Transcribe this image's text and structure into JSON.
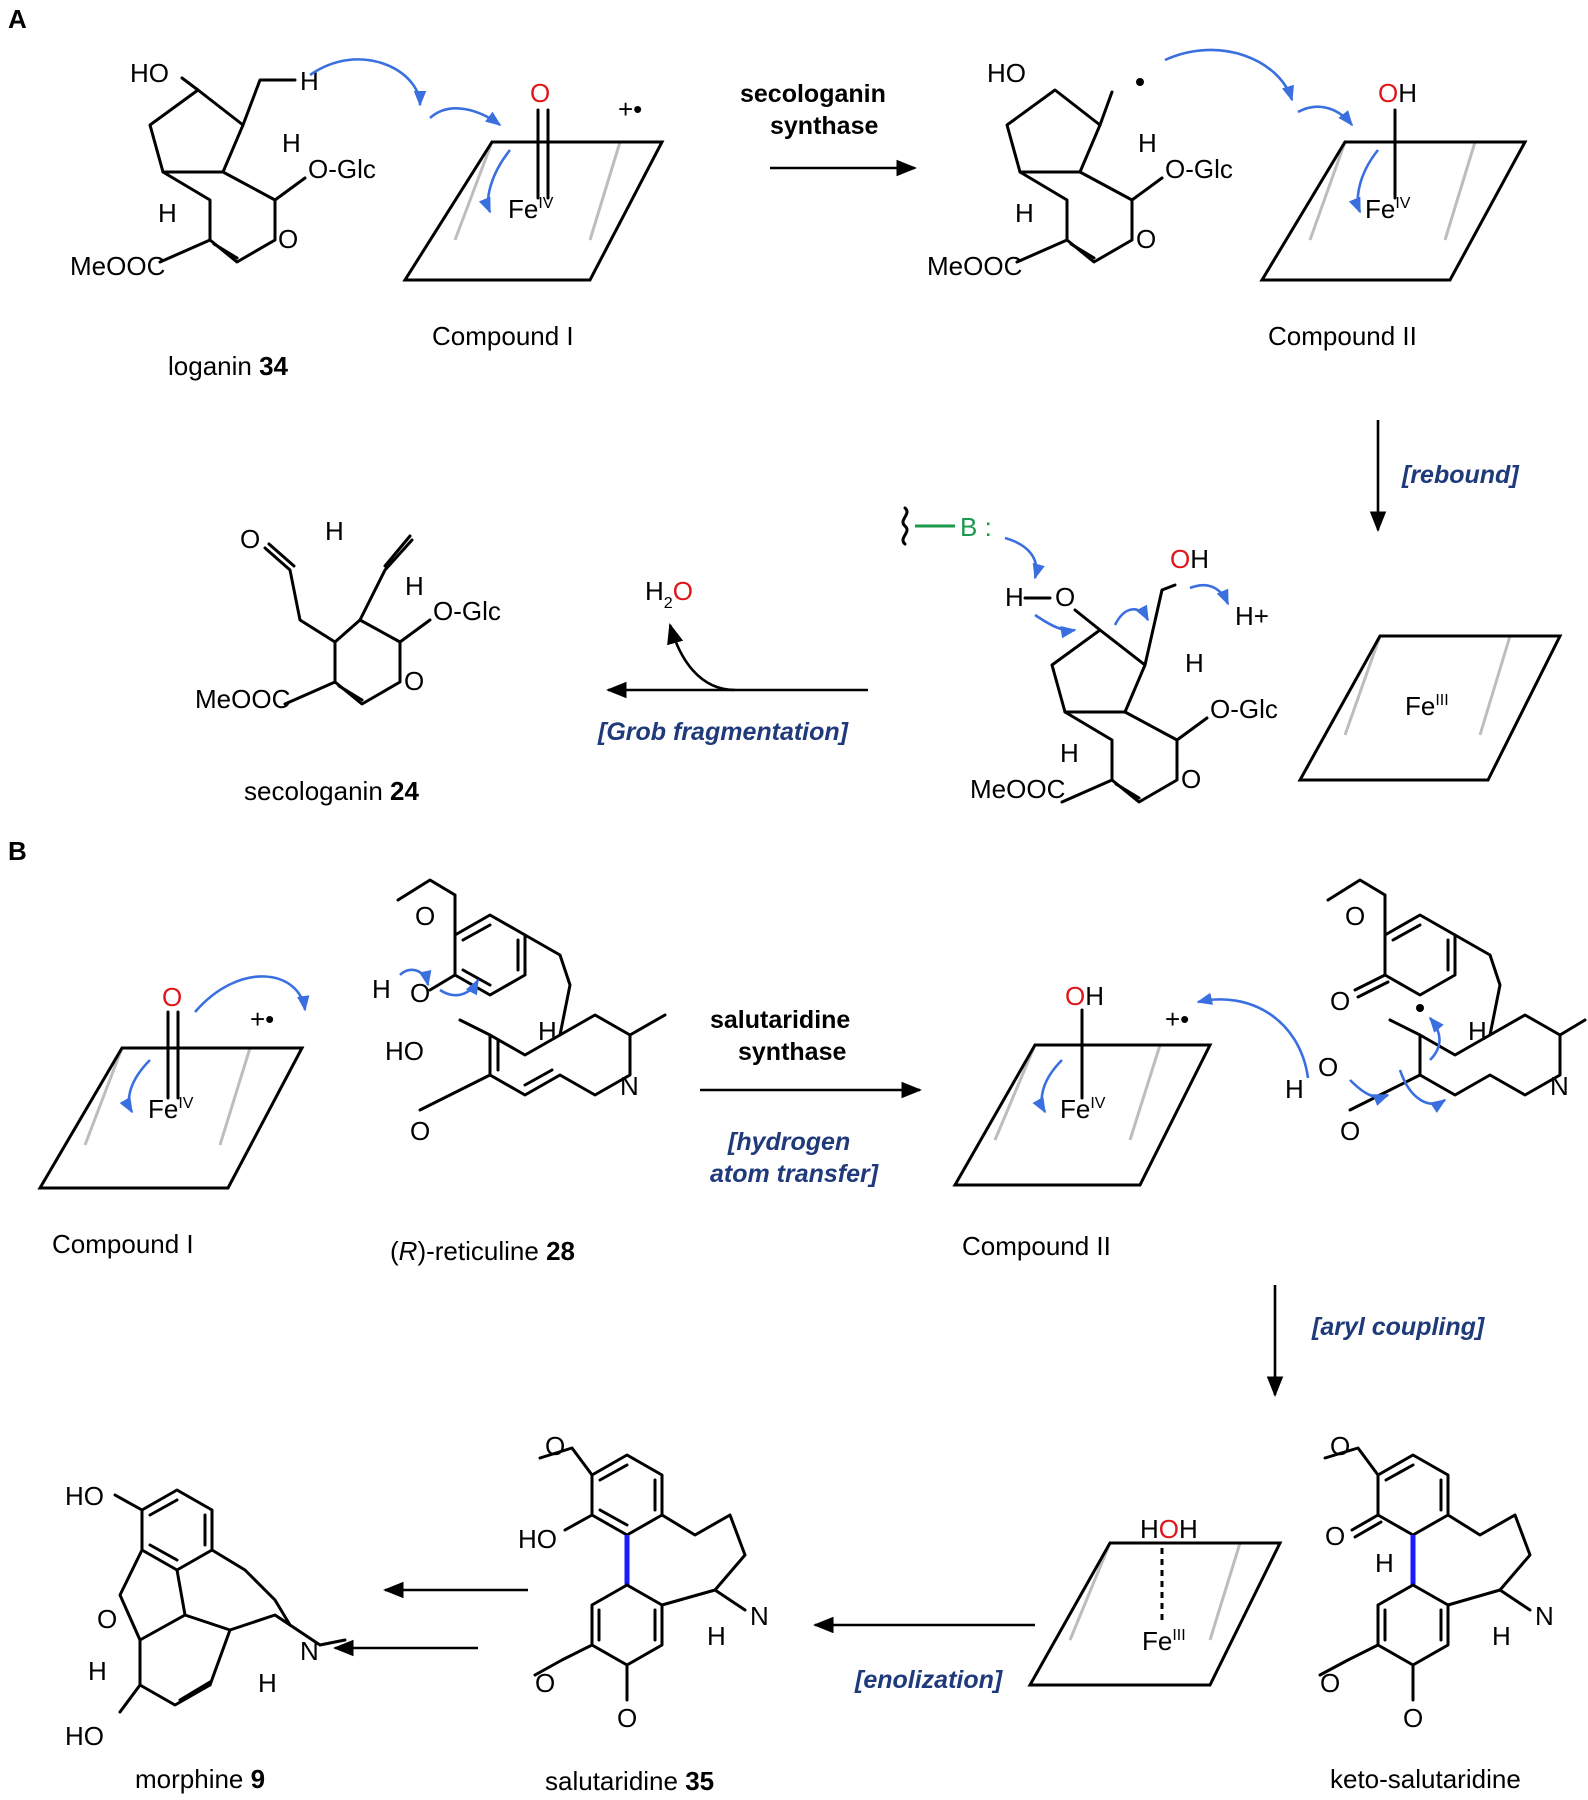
{
  "panels": {
    "a": "A",
    "b": "B"
  },
  "panel_a": {
    "loganin": {
      "name": "loganin",
      "num": "34"
    },
    "compound1": "Compound I",
    "compound2": "Compound II",
    "enzyme_line1": "secologanin",
    "enzyme_line2": "synthase",
    "rebound": "[rebound]",
    "grob": "[Grob fragmentation]",
    "water": "H2O",
    "secologanin": {
      "name": "secologanin",
      "num": "24"
    },
    "base": "B :",
    "proton": "H+",
    "fe_iv": "FeIV",
    "fe_iii": "FeIII"
  },
  "panel_b": {
    "compound1": "Compound I",
    "reticuline": {
      "prefix": "(",
      "r": "R",
      "suffix": ")-reticuline",
      "num": "28"
    },
    "enzyme_line1": "salutaridine",
    "enzyme_line2": "synthase",
    "hat_line1": "[hydrogen",
    "hat_line2": "atom transfer]",
    "compound2": "Compound II",
    "aryl": "[aryl coupling]",
    "enolization": "[enolization]",
    "keto": "keto-salutaridine",
    "salutaridine": {
      "name": "salutaridine",
      "num": "35"
    },
    "morphine": {
      "name": "morphine",
      "num": "9"
    }
  },
  "atoms": {
    "ho": "HO",
    "h": "H",
    "oglc": "O-Glc",
    "meooc": "MeOOC",
    "o": "O",
    "oh": "OH",
    "fe": "Fe",
    "iv": "IV",
    "iii": "III",
    "n": "N",
    "plusdot": "+•"
  },
  "colors": {
    "arrow_blue": "#3a6fe0",
    "label_blue": "#1f3a7a",
    "oxygen_red": "#e0161b",
    "base_green": "#1a9a4a",
    "new_bond": "#1a1aff"
  }
}
